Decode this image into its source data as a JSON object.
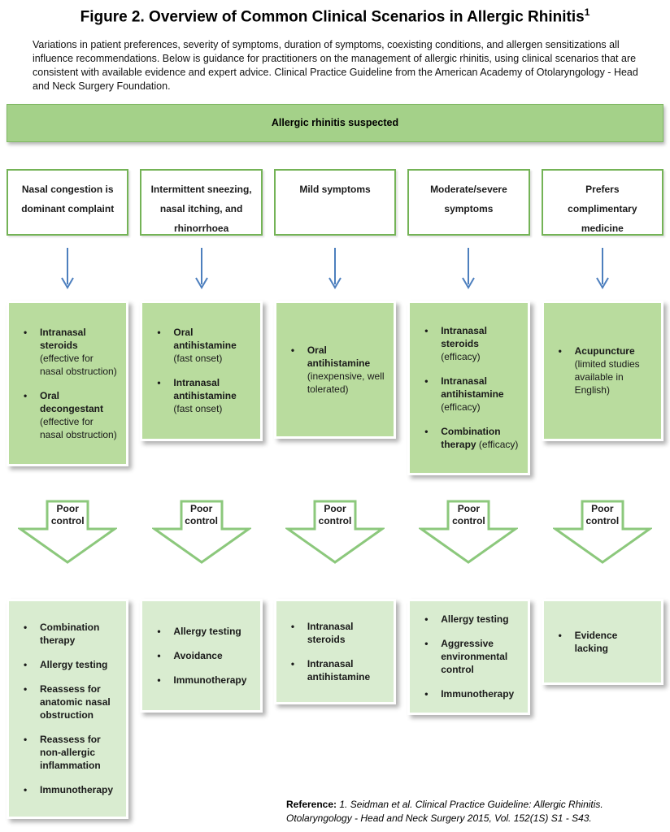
{
  "title": "Figure 2. Overview of Common Clinical Scenarios in Allergic Rhinitis",
  "title_sup": "1",
  "intro": "Variations in patient preferences, severity of symptoms, duration of symptoms, coexisting conditions, and allergen sensitizations all influence recommendations. Below is guidance for practitioners on the management of allergic rhinitis, using clinical scenarios that are consistent with available evidence and expert advice. Clinical Practice Guideline from the American Academy of Otolaryngology - Head and Neck Surgery Foundation.",
  "banner": "Allergic rhinitis suspected",
  "poor_control_label": "Poor control",
  "reference": {
    "label": "Reference:",
    "text": "1. Seidman et al. Clinical Practice Guideline: Allergic Rhinitis. Otolaryngology - Head and Neck Surgery 2015, Vol. 152(1S) S1 - S43."
  },
  "colors": {
    "banner_green": "#a4d189",
    "treatment_box_green": "#b9dc9e",
    "followup_box_green": "#d9ecd0",
    "scenario_border_green": "#74b356",
    "poor_arrow_green": "#8cc87c",
    "flow_arrow_blue": "#4d7fbe"
  },
  "columns": [
    {
      "scenario": "Nasal congestion is dominant complaint",
      "treatments": [
        {
          "name": "Intranasal steroids",
          "note": "(effective for nasal obstruction)"
        },
        {
          "name": "Oral decongestant",
          "note": "(effective for nasal obstruction)"
        }
      ],
      "followups": [
        "Combination therapy",
        "Allergy testing",
        "Reassess for anatomic nasal obstruction",
        "Reassess for non-allergic inflammation",
        "Immunotherapy"
      ]
    },
    {
      "scenario": "Intermittent sneezing, nasal itching, and rhinorrhoea",
      "treatments": [
        {
          "name": "Oral antihistamine",
          "note": "(fast onset)"
        },
        {
          "name": "Intranasal antihistamine",
          "note": "(fast onset)"
        }
      ],
      "followups": [
        "Allergy testing",
        "Avoidance",
        "Immunotherapy"
      ]
    },
    {
      "scenario": "Mild symptoms",
      "treatments": [
        {
          "name": "Oral antihistamine",
          "note": "(inexpensive, well tolerated)"
        }
      ],
      "followups": [
        "Intranasal steroids",
        "Intranasal antihistamine"
      ]
    },
    {
      "scenario": "Moderate/severe symptoms",
      "treatments": [
        {
          "name": "Intranasal steroids",
          "note": "(efficacy)"
        },
        {
          "name": "Intranasal antihistamine",
          "note": "(efficacy)"
        },
        {
          "name": "Combination therapy",
          "note": "(efficacy)"
        }
      ],
      "followups": [
        "Allergy testing",
        "Aggressive environmental control",
        "Immunotherapy"
      ]
    },
    {
      "scenario": "Prefers complimentary medicine",
      "treatments": [
        {
          "name": "Acupuncture",
          "note": "(limited studies available in English)"
        }
      ],
      "followups": [
        "Evidence lacking"
      ]
    }
  ]
}
